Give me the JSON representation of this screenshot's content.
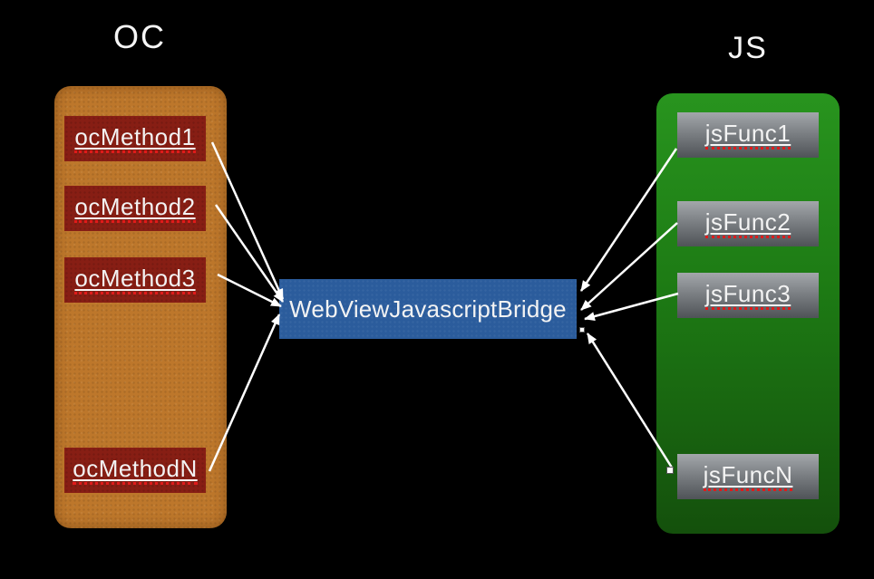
{
  "headings": {
    "left": "OC",
    "right": "JS"
  },
  "oc_panel": {
    "items": [
      "ocMethod1",
      "ocMethod2",
      "ocMethod3",
      "ocMethodN"
    ]
  },
  "js_panel": {
    "items": [
      "jsFunc1",
      "jsFunc2",
      "jsFunc3",
      "jsFuncN"
    ]
  },
  "bridge": {
    "label": "WebViewJavascriptBridge"
  },
  "colors": {
    "background": "#000000",
    "oc_panel_fill": "#bd772b",
    "oc_node_fill": "#871e14",
    "js_panel_gradient_top": "#28941e",
    "js_panel_gradient_bottom": "#14500c",
    "js_node_gradient_top": "#a3a7ab",
    "js_node_gradient_bottom": "#4f5357",
    "bridge_fill": "#2b5c9c",
    "arrow": "#ffffff",
    "misspell_underline": "#e01b1b",
    "text": "#f3f3f3"
  }
}
